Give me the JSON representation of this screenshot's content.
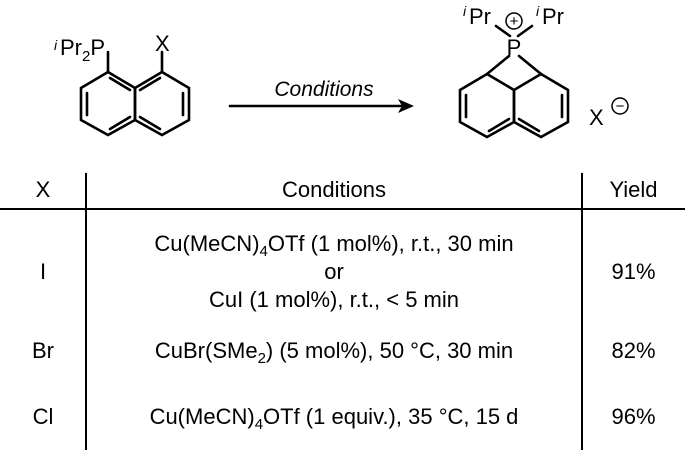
{
  "reaction": {
    "reactant": {
      "prefix_sup": "i",
      "prefix_main": "Pr",
      "prefix_sub": "2",
      "prefix_atom": "P",
      "substituent": "X"
    },
    "arrow_label": "Conditions",
    "product": {
      "left_group_sup": "i",
      "left_group": "Pr",
      "right_group_sup": "i",
      "right_group": "Pr",
      "charge_symbol": "+",
      "center_atom": "P",
      "counterion": "X",
      "counterion_charge": "−"
    }
  },
  "table": {
    "headers": {
      "x": "X",
      "conditions": "Conditions",
      "yield": "Yield"
    },
    "rows": [
      {
        "x": "I",
        "cond_line1_a": "Cu(MeCN)",
        "cond_line1_sub": "4",
        "cond_line1_b": "OTf (1 mol%), r.t., 30 min",
        "cond_line2": "or",
        "cond_line3": "CuI (1 mol%), r.t., < 5 min",
        "yield": "91%"
      },
      {
        "x": "Br",
        "cond_a": "CuBr(SMe",
        "cond_sub": "2",
        "cond_b": ") (5 mol%), 50 °C, 30 min",
        "yield": "82%"
      },
      {
        "x": "Cl",
        "cond_a": "Cu(MeCN)",
        "cond_sub": "4",
        "cond_b": "OTf (1 equiv.), 35 °C, 15 d",
        "yield": "96%"
      }
    ]
  }
}
